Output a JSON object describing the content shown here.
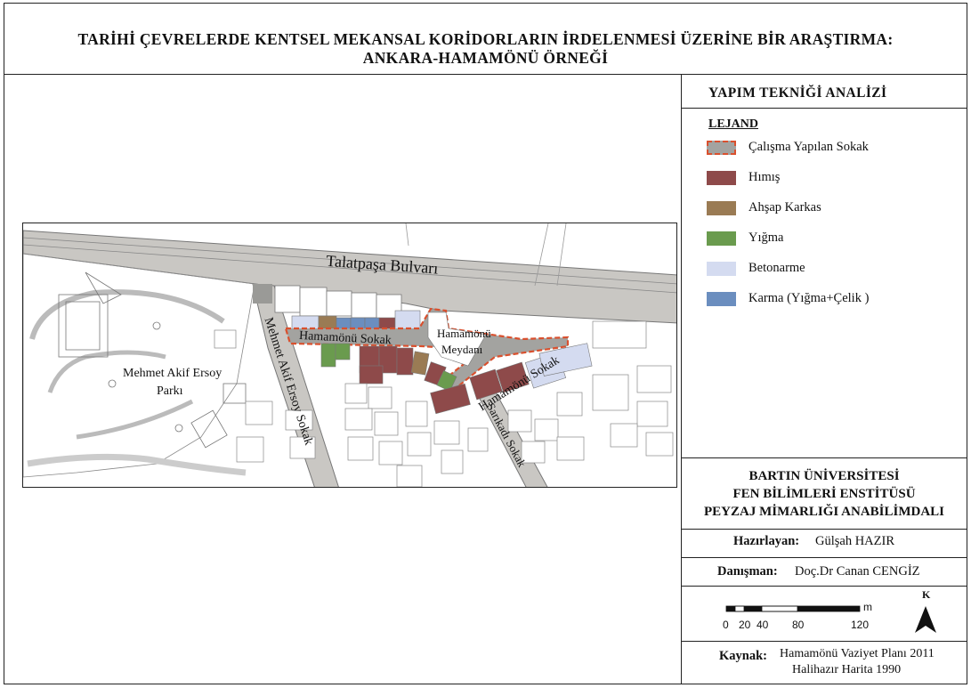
{
  "title": {
    "line1": "TARİHİ ÇEVRELERDE KENTSEL  MEKANSAL KORİDORLARIN  İRDELENMESİ ÜZERİNE BİR  ARAŞTIRMA:",
    "line2": "ANKARA-HAMAMÖNÜ  ÖRNEĞİ"
  },
  "panel_title": "YAPIM TEKNİĞİ ANALİZİ",
  "legend": {
    "heading": "LEJAND",
    "items": [
      {
        "label": "Çalışma Yapılan Sokak",
        "color": "#a3a3a0",
        "border": "#d9502e",
        "dashed": true
      },
      {
        "label": "Hımış",
        "color": "#8e4a4a"
      },
      {
        "label": "Ahşap Karkas",
        "color": "#9a7b54"
      },
      {
        "label": "Yığma",
        "color": "#6a9b4e"
      },
      {
        "label": "Betonarme",
        "color": "#d4dbf0"
      },
      {
        "label": "Karma (Yığma+Çelik )",
        "color": "#6b8ebf"
      }
    ]
  },
  "institution": {
    "line1": "BARTIN ÜNİVERSİTESİ",
    "line2": "FEN BİLİMLERİ ENSTİTÜSÜ",
    "line3": "PEYZAJ MİMARLIĞI ANABİLİMDALI"
  },
  "prepared_by": {
    "label": "Hazırlayan:",
    "value": "Gülşah HAZIR"
  },
  "advisor": {
    "label": "Danışman:",
    "value": "Doç.Dr Canan CENGİZ"
  },
  "scale_bar": {
    "unit": "m",
    "ticks": [
      "0",
      "20",
      "40",
      "80",
      "120"
    ],
    "north_label": "K"
  },
  "source": {
    "label": "Kaynak:",
    "line1": "Hamamönü Vaziyet Planı 2011",
    "line2": "Halihazır Harita 1990"
  },
  "map_labels": {
    "boulevard": "Talatpaşa Bulvarı",
    "park_line1": "Mehmet Akif Ersoy",
    "park_line2": "Parkı",
    "hamamonu_street": "Hamamönü Sokak",
    "square_line1": "Hamamönü",
    "square_line2": "Meydanı",
    "hamamonu_street_2": "Hamamönü Sokak",
    "mehmet_akif_street": "Mehmet Akif Ersoy Sokak",
    "sarikadi_street": "Sarıkadı Sokak"
  },
  "colors": {
    "road": "#c9c7c3",
    "study_street": "#a3a3a0",
    "study_border": "#d9502e",
    "himis": "#8e4a4a",
    "ahsap": "#9a7b54",
    "yigma": "#6a9b4e",
    "betonarme": "#d4dbf0",
    "karma": "#6b8ebf"
  }
}
